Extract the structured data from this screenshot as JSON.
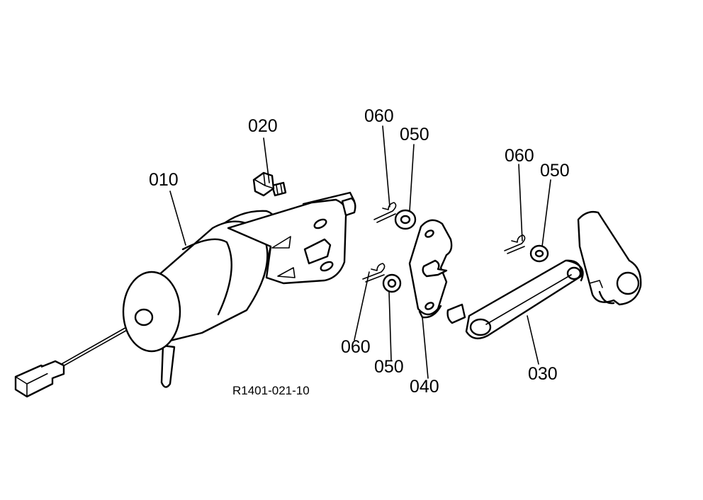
{
  "labels": {
    "p010": "010",
    "p020": "020",
    "p030": "030",
    "p040": "040",
    "p050_upper": "050",
    "p060_upper": "060",
    "p050_right": "050",
    "p060_right": "060",
    "p050_lower": "050",
    "p060_lower": "060"
  },
  "figure_code": "R1401-021-10"
}
